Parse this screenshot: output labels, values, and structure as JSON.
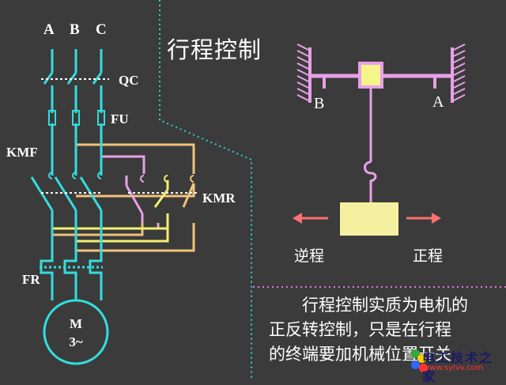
{
  "title": "行程控制",
  "circuit": {
    "phases": [
      "A",
      "B",
      "C"
    ],
    "labels": {
      "qc": "QC",
      "fu": "FU",
      "kmf": "KMF",
      "kmr": "KMR",
      "fr": "FR",
      "motor_name": "M",
      "motor_type": "3~"
    }
  },
  "mechanism": {
    "label_b": "B",
    "label_a": "A",
    "reverse": "逆程",
    "forward": "正程"
  },
  "description": {
    "lines": [
      "行程控制实质为电机的",
      "正反转控制，只是在行程",
      "的终端要加机械位置开关"
    ]
  },
  "watermark": {
    "text": "电工技术之家",
    "url": "www.sylvv.com"
  },
  "colors": {
    "background": "#3b3b3b",
    "wire": "#33dddd",
    "kmf_wire": "#e8a0e8",
    "kmr_wire": "#f2c27a",
    "aux_wire": "#f0f070",
    "mech_frame": "#e8a0e8",
    "slider": "#f5f58a",
    "block": "#f5f0a0",
    "arrow": "#ff7070"
  }
}
